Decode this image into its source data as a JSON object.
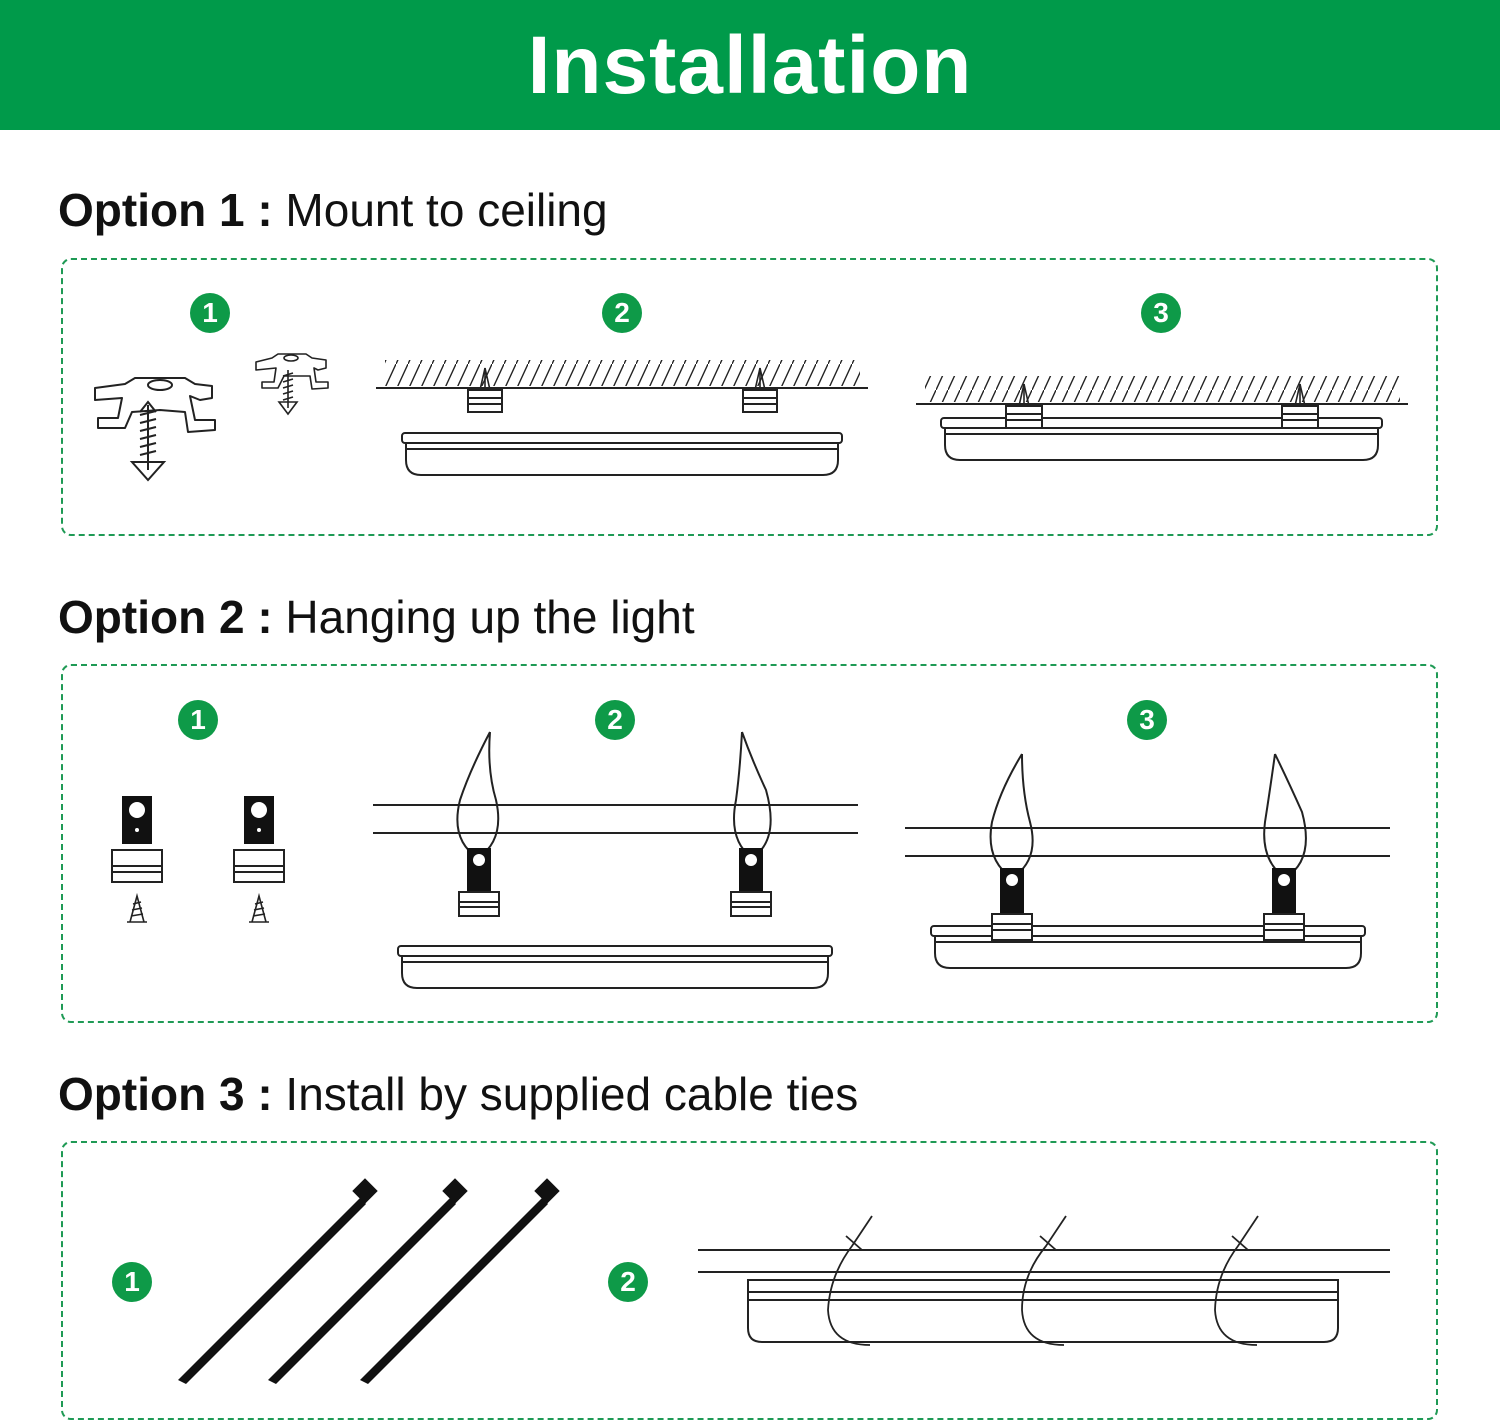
{
  "banner": {
    "title": "Installation",
    "color": "#009a4a"
  },
  "accent_color": "#0e9a48",
  "options": [
    {
      "prefix": "Option 1 :",
      "title": "Mount to ceiling",
      "steps": [
        "1",
        "2",
        "3"
      ]
    },
    {
      "prefix": "Option 2 :",
      "title": "Hanging up the light",
      "steps": [
        "1",
        "2",
        "3"
      ]
    },
    {
      "prefix": "Option 3 :",
      "title": "Install by supplied cable ties",
      "steps": [
        "1",
        "2"
      ]
    }
  ],
  "icons": [
    "mounting-clip-icon",
    "screw-icon",
    "ceiling-hatch-icon",
    "light-fixture-icon",
    "hanging-wire-icon",
    "hanging-bracket-icon",
    "cable-tie-icon"
  ]
}
